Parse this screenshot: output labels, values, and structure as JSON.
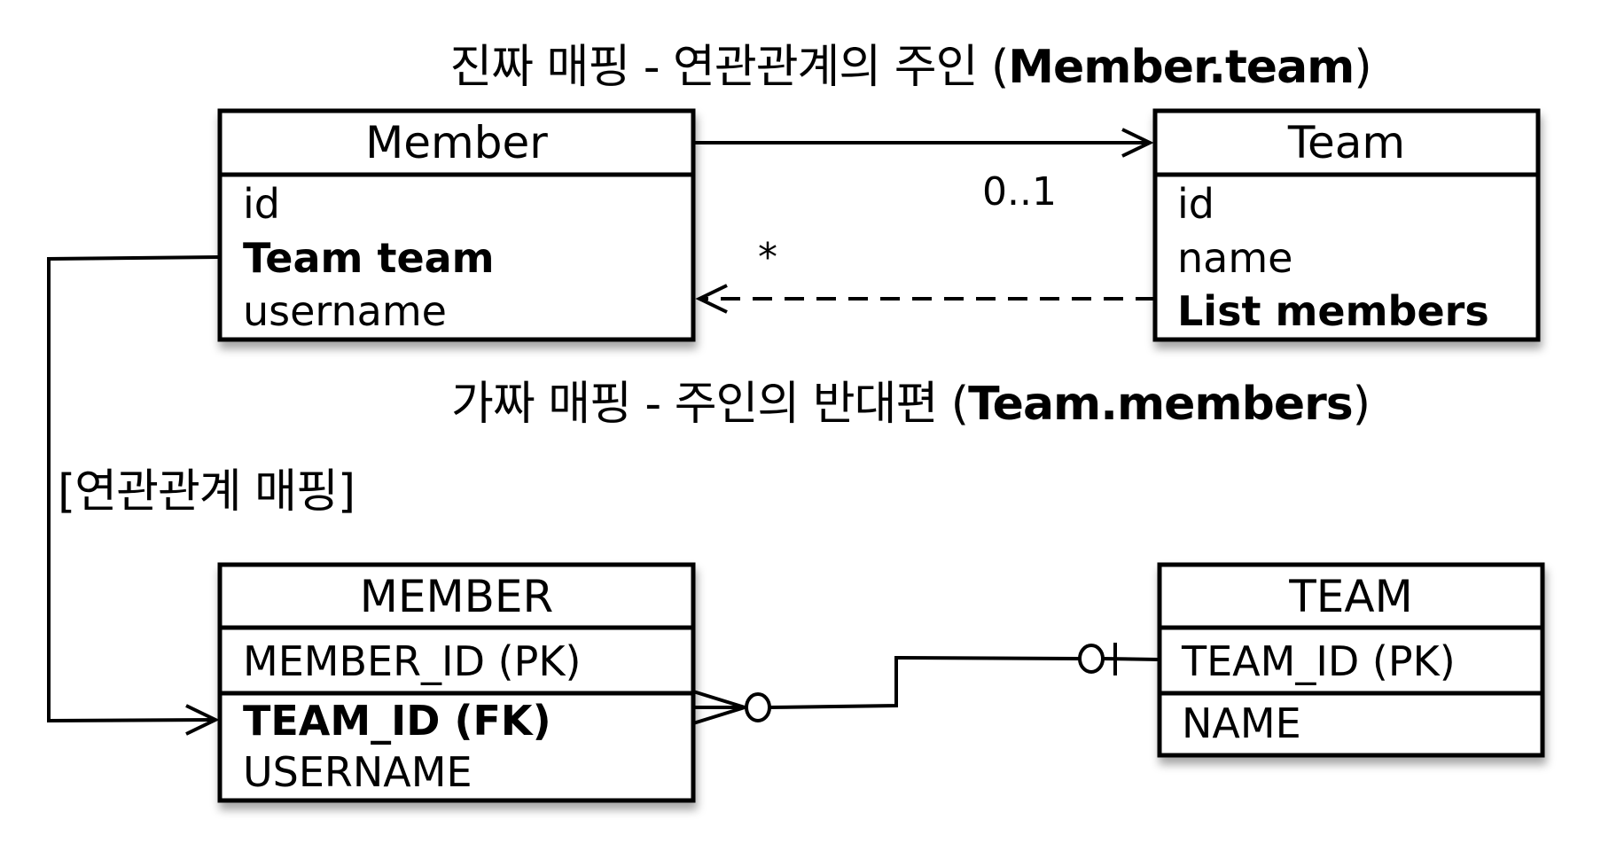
{
  "titles": {
    "owner": {
      "prefix": "진짜 매핑 - 연관관계의 주인 (",
      "bold": "Member.team",
      "suffix": ")"
    },
    "inverse": {
      "prefix": "가짜 매핑 - 주인의 반대편 (",
      "bold": "Team.members",
      "suffix": ")"
    },
    "mapping_label": "[연관관계 매핑]"
  },
  "classes": {
    "member": {
      "name": "Member",
      "fields": [
        {
          "text": "id",
          "bold": false
        },
        {
          "text": "Team team",
          "bold": true
        },
        {
          "text": "username",
          "bold": false
        }
      ]
    },
    "team": {
      "name": "Team",
      "fields": [
        {
          "text": "id",
          "bold": false
        },
        {
          "text": "name",
          "bold": false
        },
        {
          "text": "List members",
          "bold": true
        }
      ]
    }
  },
  "associations": {
    "member_to_team_multiplicity": "0..1",
    "team_to_member_multiplicity": "*"
  },
  "tables": {
    "member": {
      "name": "MEMBER",
      "pk": "MEMBER_ID (PK)",
      "fields": [
        {
          "text": "TEAM_ID (FK)",
          "bold": true
        },
        {
          "text": "USERNAME",
          "bold": false
        }
      ]
    },
    "team": {
      "name": "TEAM",
      "pk": "TEAM_ID (PK)",
      "fields": [
        {
          "text": "NAME",
          "bold": false
        }
      ]
    }
  },
  "colors": {
    "stroke": "#000000",
    "background": "#ffffff"
  }
}
